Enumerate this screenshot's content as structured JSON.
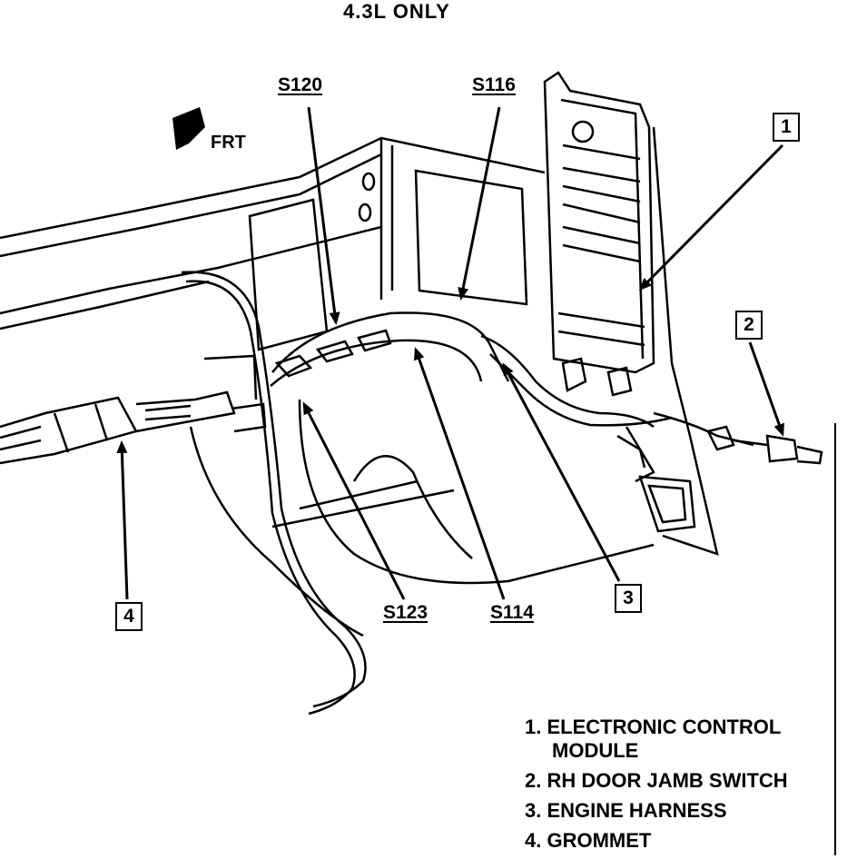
{
  "header": {
    "title": "4.3L ONLY"
  },
  "direction": {
    "label": "FRT"
  },
  "splices": {
    "s120": "S120",
    "s116": "S116",
    "s123": "S123",
    "s114": "S114"
  },
  "callouts": {
    "c1": "1",
    "c2": "2",
    "c3": "3",
    "c4": "4"
  },
  "legend": {
    "item1_line1": "1. ELECTRONIC CONTROL",
    "item1_line2": "MODULE",
    "item2": "2. RH DOOR JAMB SWITCH",
    "item3": "3. ENGINE HARNESS",
    "item4": "4. GROMMET"
  }
}
